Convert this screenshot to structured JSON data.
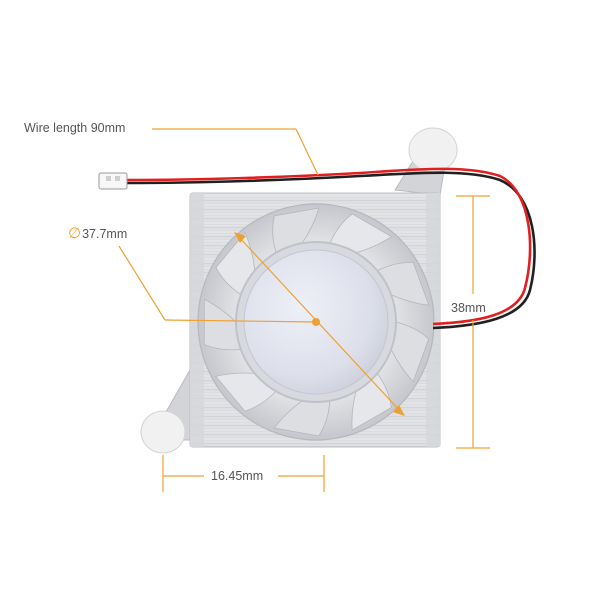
{
  "colors": {
    "accent": "#f0a030",
    "text": "#555555",
    "heatsink": "#d9dadd",
    "wire_red": "#e02020",
    "wire_black": "#202020"
  },
  "labels": {
    "wire_length": "Wire length 90mm",
    "diameter_symbol": "∅",
    "diameter_value": "37.7mm",
    "height": "38mm",
    "width": "16.45mm"
  },
  "icons": {
    "diameter": "diameter-icon"
  }
}
